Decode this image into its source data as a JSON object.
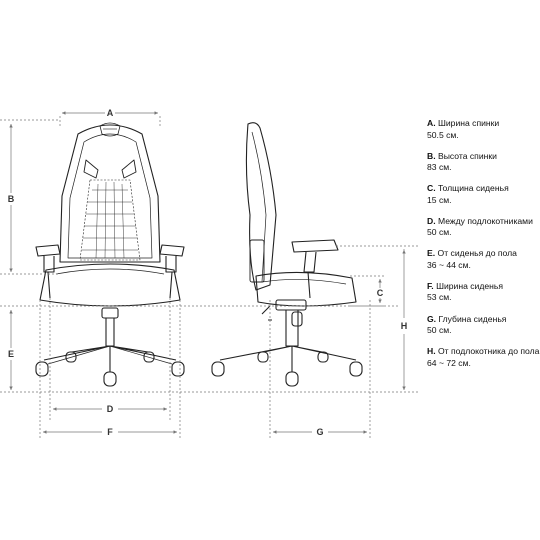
{
  "dimension_labels": {
    "A": "A",
    "B": "B",
    "C": "C",
    "D": "D",
    "E": "E",
    "F": "F",
    "G": "G",
    "H": "H"
  },
  "legend": [
    {
      "key": "A.",
      "title": "Ширина спинки",
      "value": "50.5 см."
    },
    {
      "key": "B.",
      "title": "Высота спинки",
      "value": "83 см."
    },
    {
      "key": "C.",
      "title": "Толщина сиденья",
      "value": "15 см."
    },
    {
      "key": "D.",
      "title": "Между подлокотниками",
      "value": "50 см."
    },
    {
      "key": "E.",
      "title": "От сиденья до пола",
      "value": "36 ~ 44 см."
    },
    {
      "key": "F.",
      "title": "Ширина сиденья",
      "value": "53 см."
    },
    {
      "key": "G.",
      "title": "Глубина сиденья",
      "value": "50 см."
    },
    {
      "key": "H.",
      "title": "От подлокотника до пола",
      "value": "64 ~ 72 см."
    }
  ],
  "colors": {
    "line": "#222222",
    "dim_line": "#777777",
    "text": "#111111"
  }
}
